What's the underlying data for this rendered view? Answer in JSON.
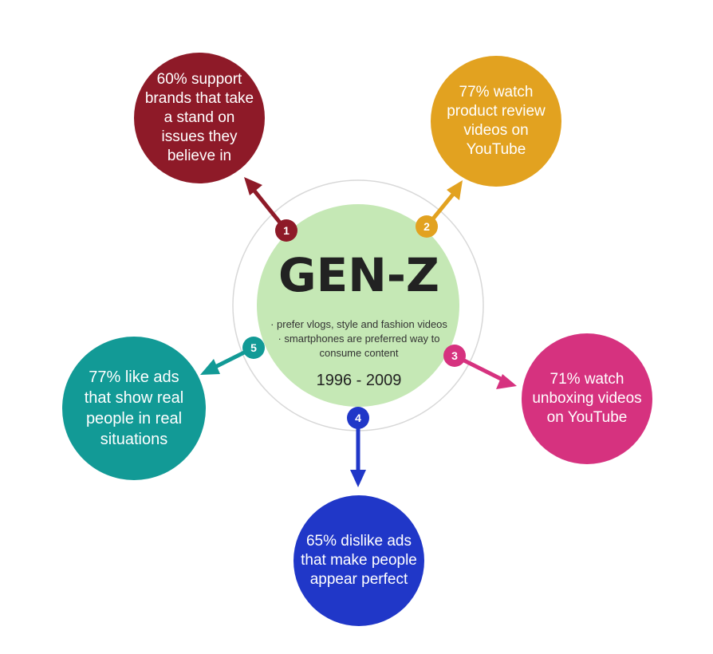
{
  "center": {
    "title": "GEN-Z",
    "bullets": [
      "· prefer vlogs, style and fashion videos",
      "· smartphones are preferred way to",
      "consume content"
    ],
    "years": "1996 - 2009",
    "fill_color": "#c5e8b5"
  },
  "stats": [
    {
      "number": "1",
      "text": "60% support\nbrands that take\na stand on\nissues they\nbelieve in",
      "color": "#8e1a28"
    },
    {
      "number": "2",
      "text": "77% watch\nproduct review\nvideos on\nYouTube",
      "color": "#e2a220"
    },
    {
      "number": "3",
      "text": "71% watch\nunboxing videos\non YouTube",
      "color": "#d6327f"
    },
    {
      "number": "4",
      "text": "65% dislike ads\nthat make people\nappear perfect",
      "color": "#2037c8"
    },
    {
      "number": "5",
      "text": "77% like ads\nthat show real\npeople in real\nsituations",
      "color": "#129a96"
    }
  ]
}
